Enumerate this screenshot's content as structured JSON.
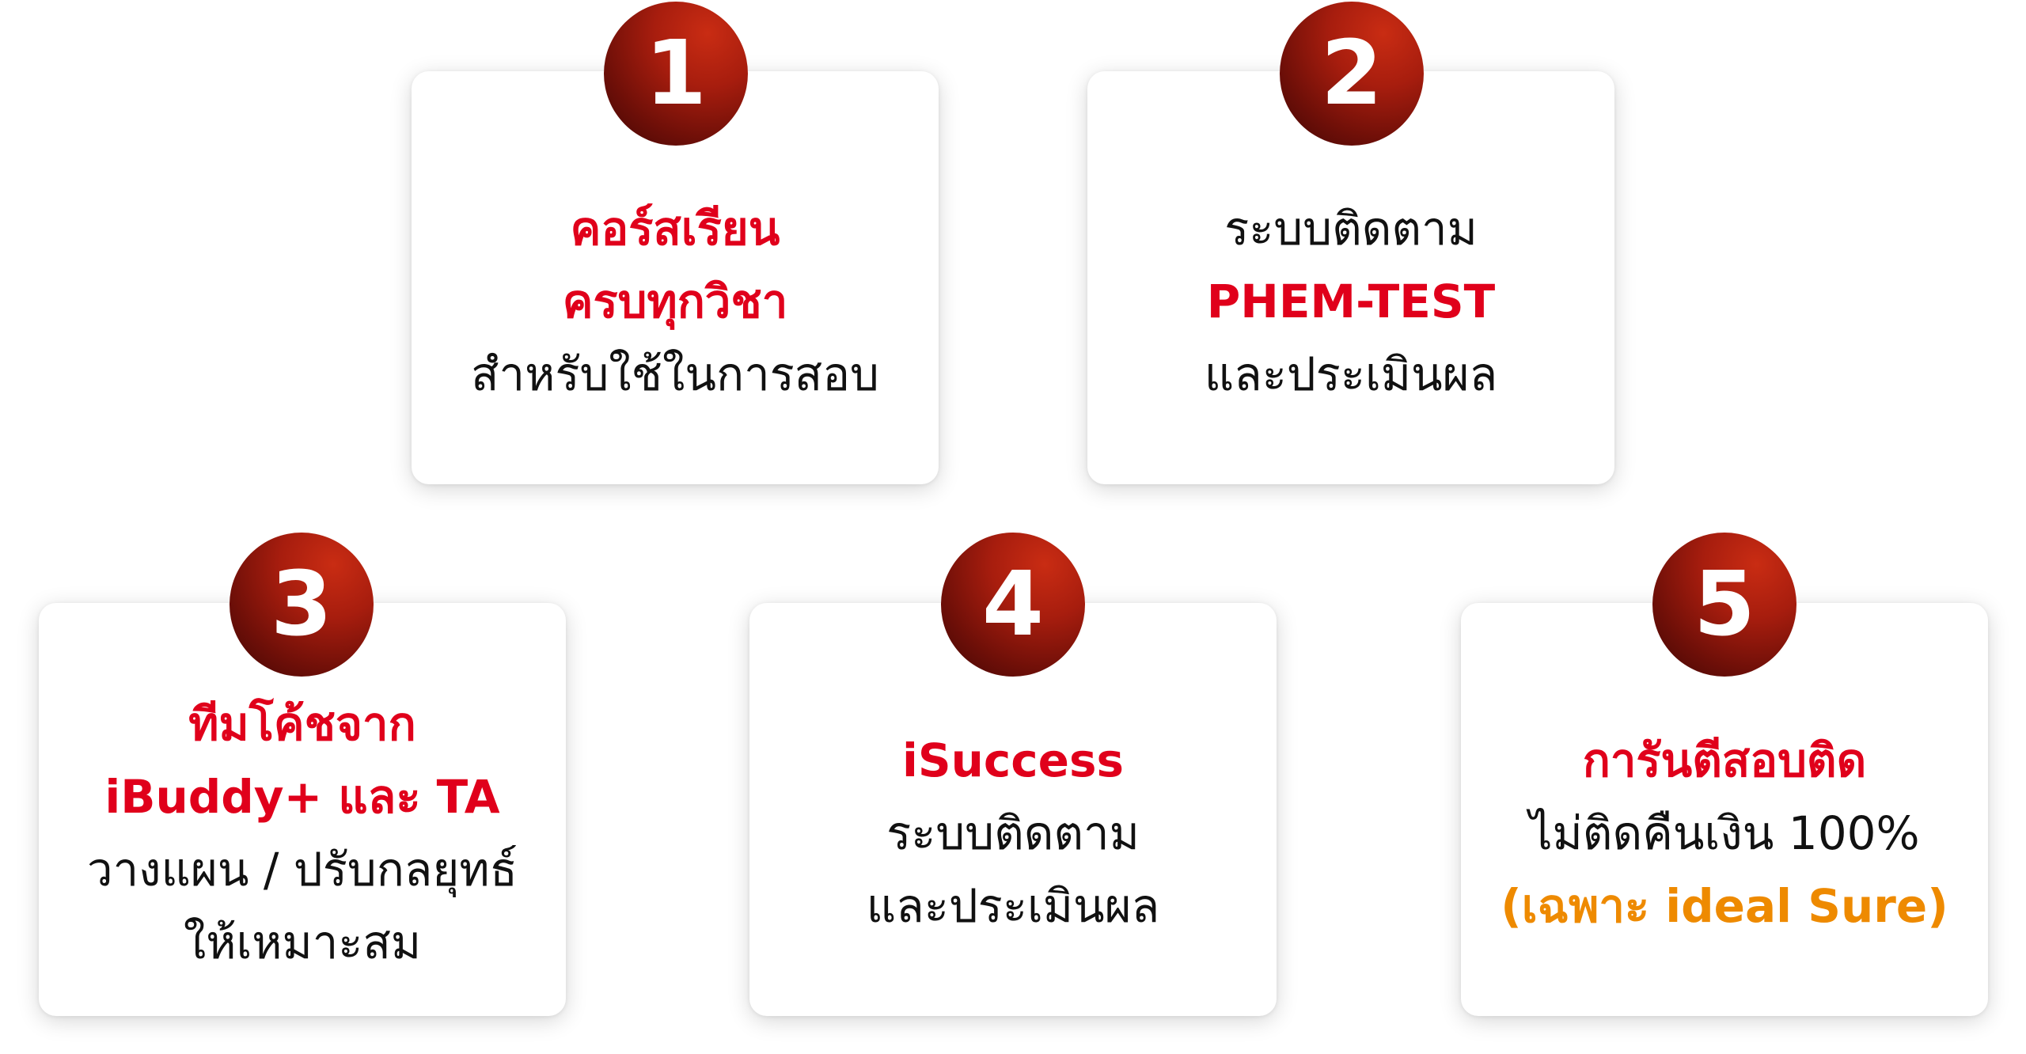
{
  "cards": [
    {
      "number": "1",
      "lines": [
        {
          "text": "คอร์สเรียน",
          "style": "red"
        },
        {
          "text": "ครบทุกวิชา",
          "style": "red"
        },
        {
          "text": "สำหรับใช้ในการสอบ",
          "style": "dark"
        }
      ]
    },
    {
      "number": "2",
      "lines": [
        {
          "text": "ระบบติดตาม",
          "style": "dark"
        },
        {
          "text": "PHEM-TEST",
          "style": "red"
        },
        {
          "text": "และประเมินผล",
          "style": "dark"
        }
      ]
    },
    {
      "number": "3",
      "lines": [
        {
          "text": "ทีมโค้ชจาก",
          "style": "red"
        },
        {
          "text": "iBuddy+ และ TA",
          "style": "red"
        },
        {
          "text": "วางแผน / ปรับกลยุทธ์",
          "style": "dark"
        },
        {
          "text": "ให้เหมาะสม",
          "style": "dark"
        }
      ]
    },
    {
      "number": "4",
      "lines": [
        {
          "text": "iSuccess",
          "style": "red"
        },
        {
          "text": "ระบบติดตาม",
          "style": "dark"
        },
        {
          "text": "และประเมินผล",
          "style": "dark"
        }
      ]
    },
    {
      "number": "5",
      "lines": [
        {
          "text": "การันตีสอบติด",
          "style": "red"
        },
        {
          "text": "ไม่ติดคืนเงิน 100%",
          "style": "dark"
        },
        {
          "text": "(เฉพาะ ideal Sure)",
          "style": "orange"
        }
      ]
    }
  ],
  "colors": {
    "accent_red": "#e0001b",
    "accent_orange": "#ee8a00",
    "badge_dark": "#3f0604",
    "badge_light": "#c92c13"
  }
}
